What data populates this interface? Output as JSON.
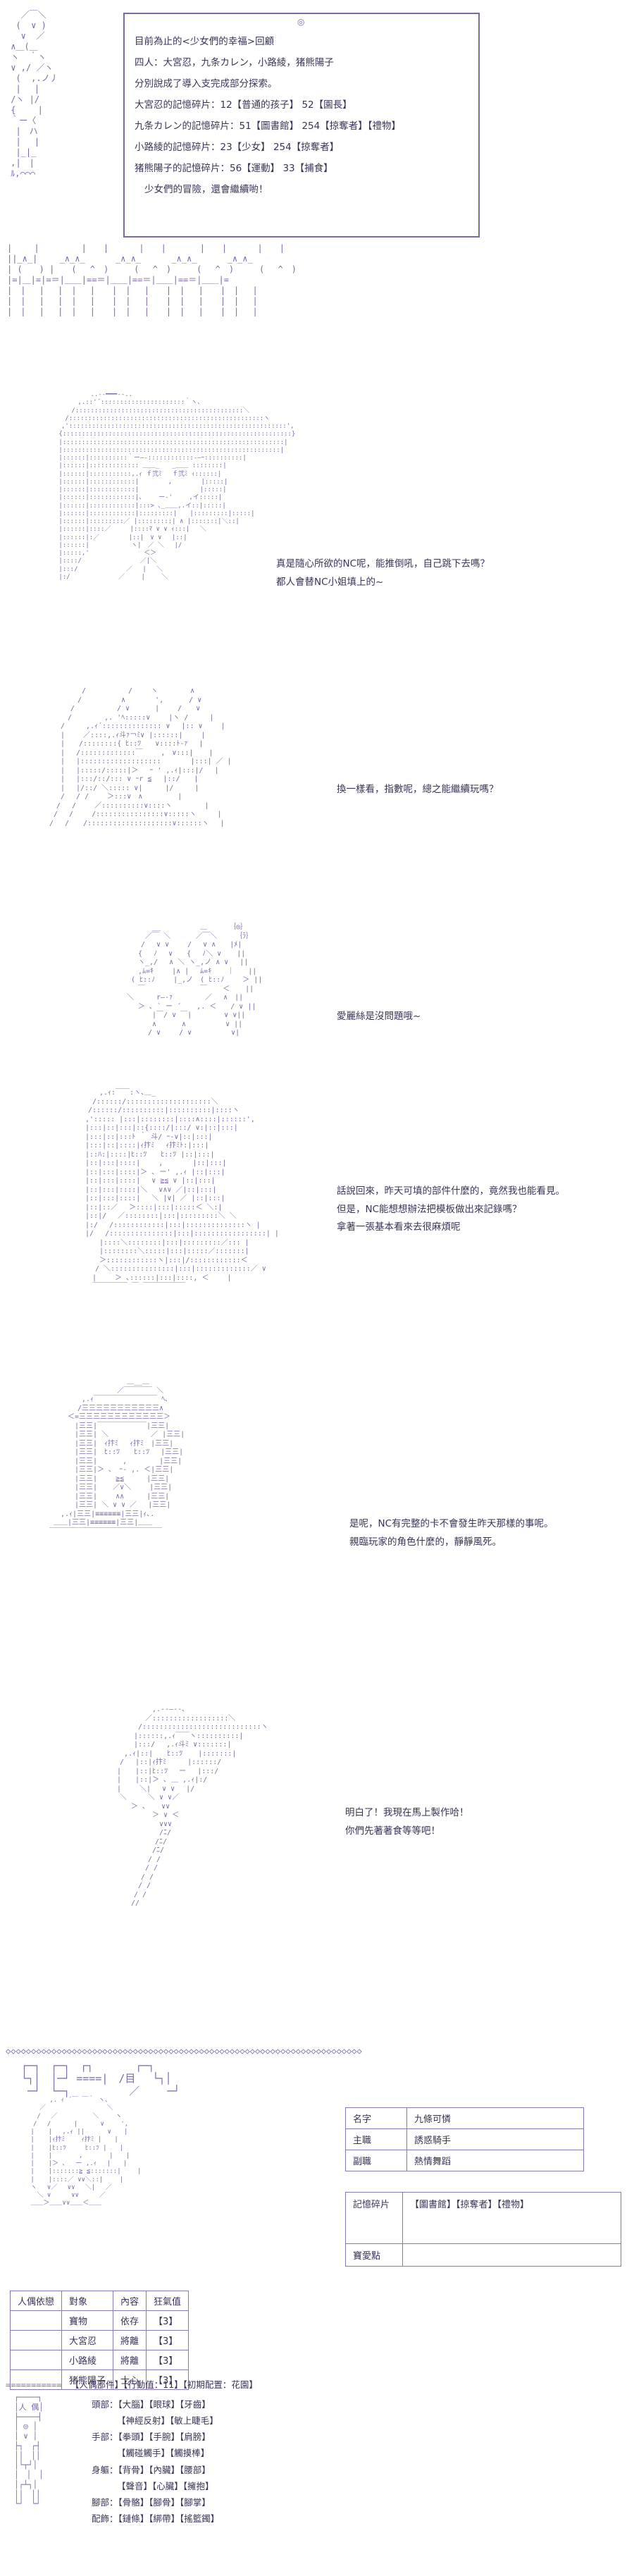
{
  "board": {
    "nail": "◎",
    "lines": [
      "目前為止的<少女們的幸福>回顧",
      "四人：大宮忍，九条カレン，小路綾，猪熊陽子",
      "分別說成了導入支完成部分探索。",
      "大宮忍的記憶碎片：12【普通的孩子】 52【園長】",
      "九条カレン的記憶碎片：51【圖書館】 254【掠奪者】【禮物】",
      "小路綾的記憶碎片：23【少女】 254【掠奪者】",
      "猪熊陽子的記憶碎片：56【運動】 33【捕食】",
      "少女們的冒險，還會繼續喲！"
    ]
  },
  "dialogs": {
    "d1": [
      "真是隨心所欲的NC呢，能推倒吼，自己跳下去嗎？",
      "都人會替NC小姐填上的~"
    ],
    "d2": [
      "換一樣看，指數呢，總之能繼續玩嗎？"
    ],
    "d3": [
      "愛麗絲是沒問題哦~"
    ],
    "d4": [
      "話說回來，昨天可填的部件什麼的，竟然我也能看見。",
      "但是，NC能想想辦法把模板做出來記錄嗎？",
      "拿著一張基本看來去很麻煩呢"
    ],
    "d5": [
      "是呢，NC有完整的卡不會發生昨天那樣的事呢。",
      "親臨玩家的角色什麼的，靜靜風死。"
    ],
    "d6": [
      "明白了！我現在馬上製作哈！",
      "你們先著著食等等吧！"
    ]
  },
  "section_title": "",
  "info": {
    "rows": [
      {
        "k": "名字",
        "v": "九條可憐"
      },
      {
        "k": "主職",
        "v": "誘惑騎手"
      },
      {
        "k": "副職",
        "v": "熱情舞蹈"
      }
    ]
  },
  "fragments": {
    "label": "記憶碎片",
    "value": "【圖書館】【掠奪者】【禮物】",
    "bonus_label": "寶愛點",
    "bonus_value": ""
  },
  "doll_table": {
    "headers": [
      "人偶依戀",
      "對象",
      "內容",
      "狂氣值"
    ],
    "rows": [
      {
        "target": "寶物",
        "content": "依存",
        "value": "【3】"
      },
      {
        "target": "大宮忍",
        "content": "將離",
        "value": "【3】"
      },
      {
        "target": "小路綾",
        "content": "將離",
        "value": "【3】"
      },
      {
        "target": "猪熊陽子",
        "content": "士心",
        "value": "【3】"
      }
    ]
  },
  "status": {
    "header": "【人偶部件】【行動值：11】【初期配置：花園】",
    "doll_label": "人 偶",
    "parts": [
      "頭部：【大腦】【眼球】【牙齒】",
      "【神經反射】【敏上睫毛】",
      "手部：【拳頭】【手腕】【肩膀】",
      "【觸碰觸手】【觸摸棒】",
      "身軀：【背骨】【內臟】【腰部】",
      "【聲音】【心臟】【擁抱】",
      "腳部：【骨骼】【腳骨】【腳掌】",
      "配飾：【鏈條】【綁帶】【搖籃鐲】"
    ]
  }
}
